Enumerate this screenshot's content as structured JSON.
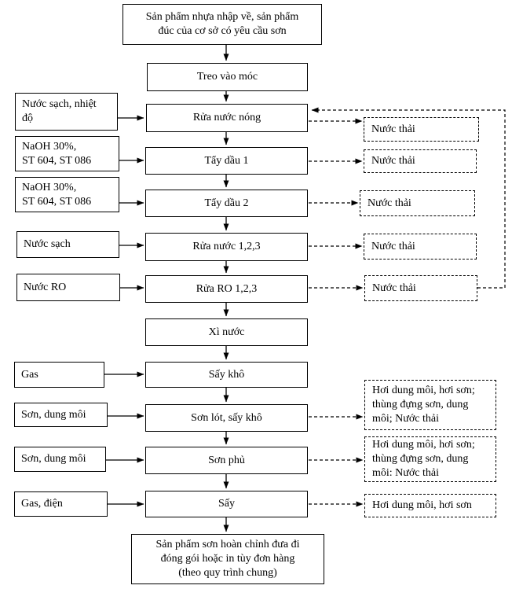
{
  "flowchart": {
    "start": "Sản phẩm nhựa nhập về, sản phẩm\nđúc của cơ sở có yêu cầu sơn",
    "end": "Sản phẩm sơn hoàn chỉnh đưa đi\nđóng gói hoặc in tùy đơn hàng\n(theo quy trình chung)",
    "steps": [
      "Treo vào móc",
      "Rửa nước nóng",
      "Tẩy dầu 1",
      "Tẩy dầu 2",
      "Rửa nước 1,2,3",
      "Rửa RO 1,2,3",
      "Xì nước",
      "Sấy khô",
      "Sơn lót, sấy khô",
      "Sơn phủ",
      "Sấy"
    ],
    "inputs": [
      "Nước sạch, nhiệt\nđộ",
      "NaOH 30%,\nST 604, ST 086",
      "NaOH 30%,\nST 604, ST 086",
      "Nước sạch",
      "Nước RO",
      "Gas",
      "Sơn, dung môi",
      "Sơn, dung môi",
      "Gas, điện"
    ],
    "outputs": [
      "Nước thải",
      "Nước thải",
      "Nước thải",
      "Nước thải",
      "Nước thải",
      "Hơi dung môi, hơi sơn;\nthùng đựng sơn, dung\nmôi; Nước thải",
      "Hơi dung môi, hơi sơn;\nthùng đựng sơn, dung\nmôi: Nước thải",
      "Hơi dung môi, hơi sơn"
    ],
    "line_color": "#000000"
  }
}
